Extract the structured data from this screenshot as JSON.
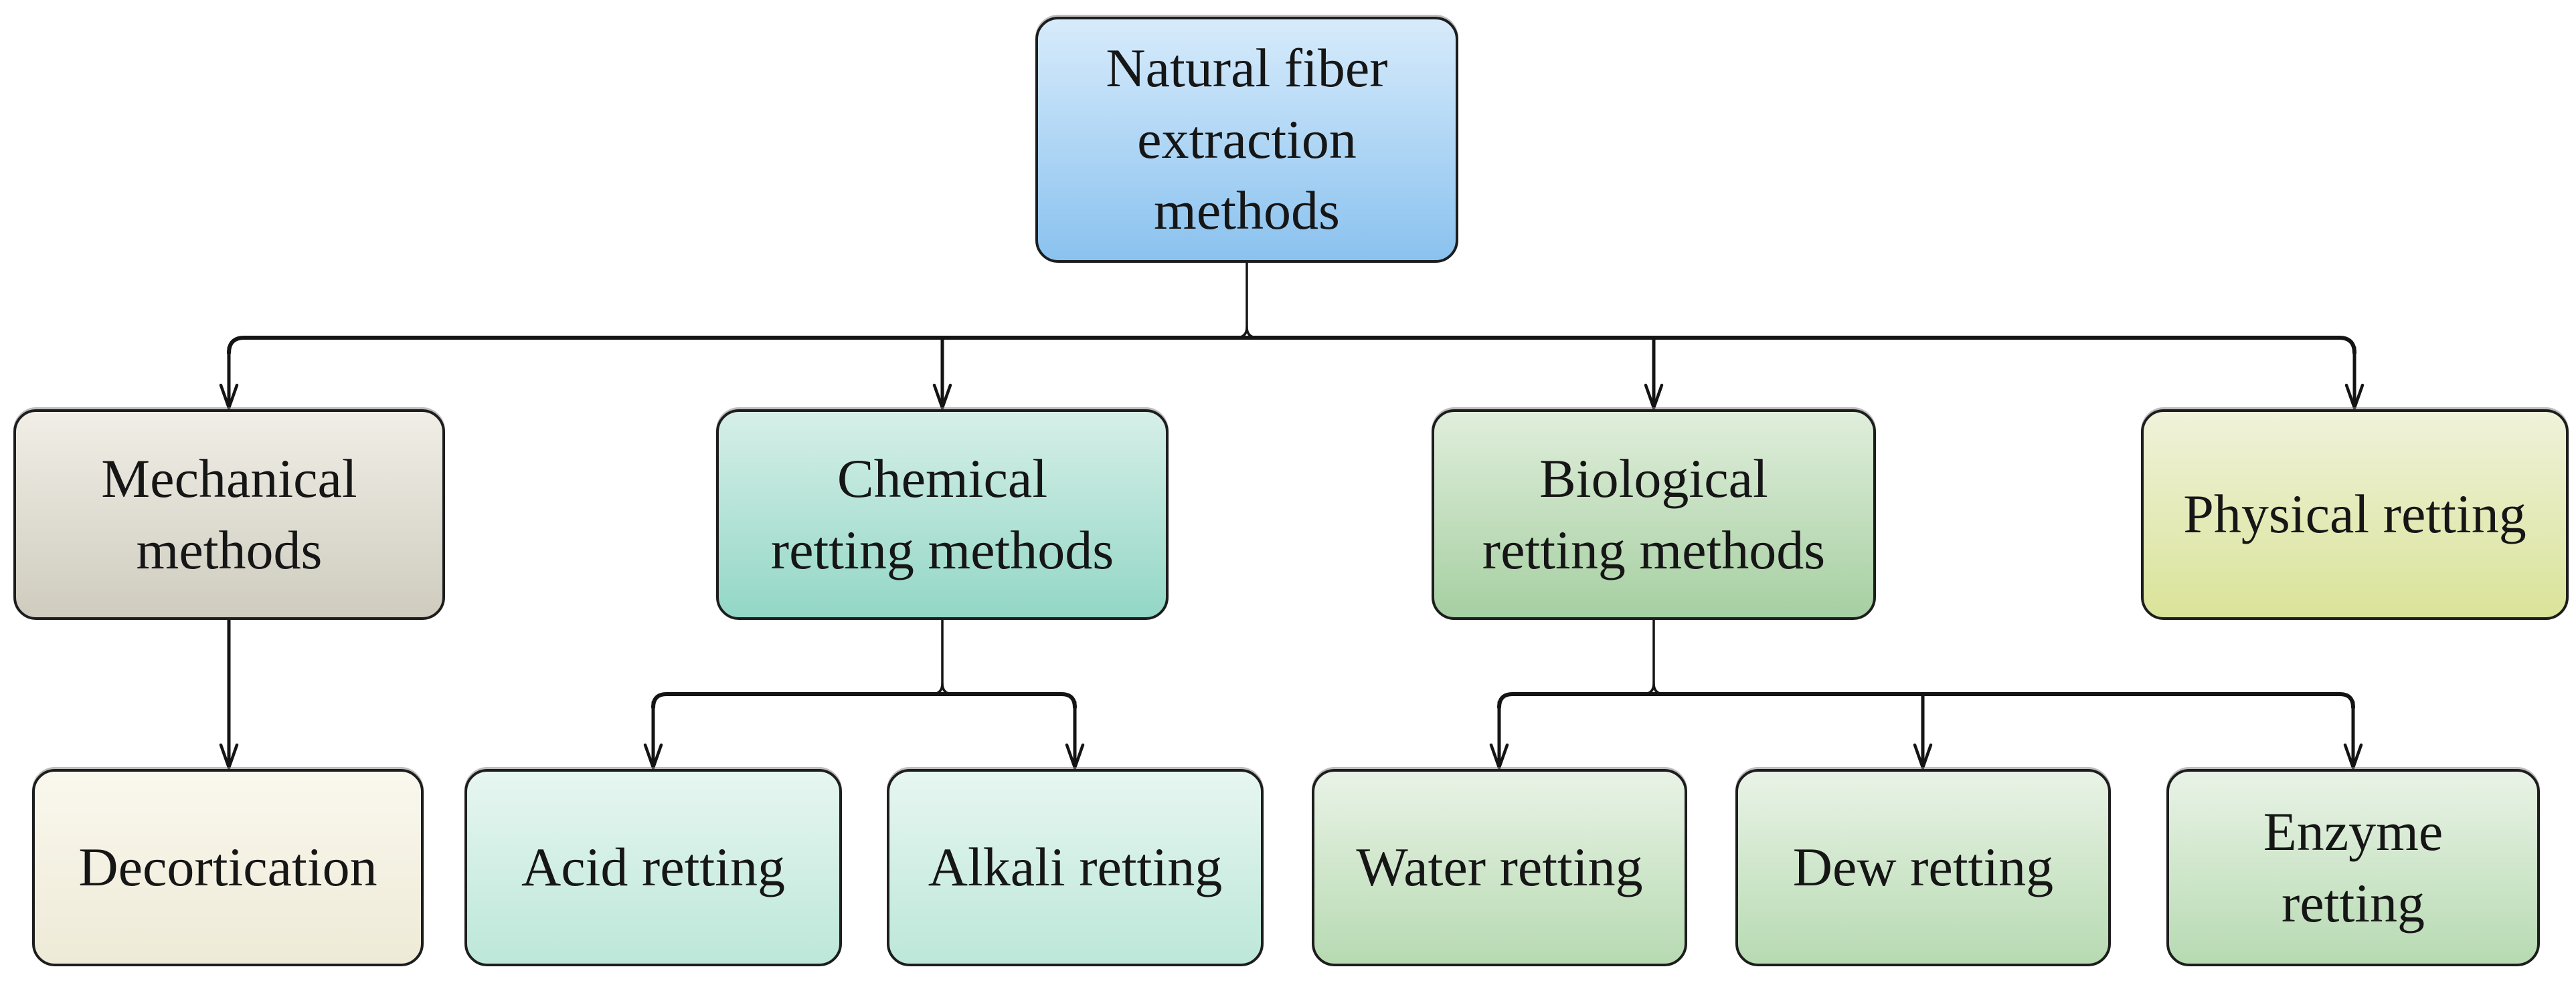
{
  "figure_title": "Natural fiber extraction methods flowchart",
  "line_color": "#141414",
  "border_color": "#1d1d1d",
  "background": "#ffffff",
  "nodes": {
    "root": {
      "label": "Natural fiber\nextraction\nmethods",
      "color_top": "#d7ebfb",
      "color_bottom": "#8ac2ef"
    },
    "mechanical": {
      "label": "Mechanical\nmethods",
      "color_top": "#f0eee6",
      "color_bottom": "#cfccbf"
    },
    "chemical": {
      "label": "Chemical\nretting methods",
      "color_top": "#d6efe8",
      "color_bottom": "#93d7c6"
    },
    "biological": {
      "label": "Biological\nretting methods",
      "color_top": "#e0eedb",
      "color_bottom": "#a6cfa2"
    },
    "physical": {
      "label": "Physical retting",
      "color_top": "#f0f2da",
      "color_bottom": "#dae399"
    },
    "decortication": {
      "label": "Decortication",
      "color_top": "#faf8ee",
      "color_bottom": "#eeead7"
    },
    "acid": {
      "label": "Acid retting",
      "color_top": "#e7f6f1",
      "color_bottom": "#bce7d9"
    },
    "alkali": {
      "label": "Alkali retting",
      "color_top": "#e7f6f1",
      "color_bottom": "#bce7d9"
    },
    "water": {
      "label": "Water retting",
      "color_top": "#e9f3e6",
      "color_bottom": "#b7dab2"
    },
    "dew": {
      "label": "Dew retting",
      "color_top": "#e9f3e6",
      "color_bottom": "#b7dab2"
    },
    "enzyme": {
      "label": "Enzyme\nretting",
      "color_top": "#e9f3e6",
      "color_bottom": "#b7dab2"
    }
  },
  "edges": [
    [
      "root",
      "mechanical"
    ],
    [
      "root",
      "chemical"
    ],
    [
      "root",
      "biological"
    ],
    [
      "root",
      "physical"
    ],
    [
      "mechanical",
      "decortication"
    ],
    [
      "chemical",
      "acid"
    ],
    [
      "chemical",
      "alkali"
    ],
    [
      "biological",
      "water"
    ],
    [
      "biological",
      "dew"
    ],
    [
      "biological",
      "enzyme"
    ]
  ]
}
